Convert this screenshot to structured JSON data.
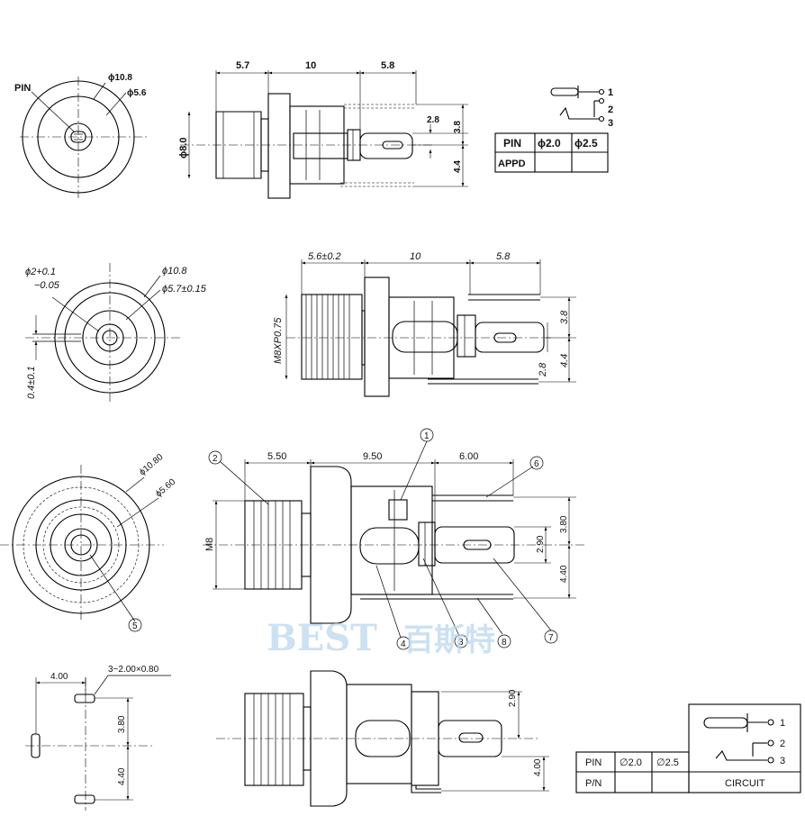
{
  "watermark": {
    "latin": "BEST",
    "cjk": "百斯特"
  },
  "view1": {
    "front": {
      "pin_label": "PIN",
      "dia_outer": "ϕ10.8",
      "dia_inner": "ϕ5.6"
    },
    "side": {
      "dim_a": "5.7",
      "dim_b": "10",
      "dim_c": "5.8",
      "dim_h1": "2.8",
      "dim_h2": "3.8",
      "dim_h3": "4.4",
      "dim_body": "ϕ8.0"
    },
    "circuit": {
      "p1": "1",
      "p2": "2",
      "p3": "3"
    },
    "table": {
      "h0": "PIN",
      "h1": "ϕ2.0",
      "h2": "ϕ2.5",
      "r0": "APPD"
    }
  },
  "view2": {
    "front": {
      "dia_pin": "ϕ2+0.1",
      "dia_pin_tol": "−0.05",
      "dia_outer": "ϕ10.8",
      "dia_mid": "ϕ5.7±0.15",
      "offset": "0.4±0.1"
    },
    "side": {
      "dim_a": "5.6±0.2",
      "dim_b": "10",
      "dim_c": "5.8",
      "thread": "M8XP0.75",
      "dim_h1": "3.8",
      "dim_h2": "4.4",
      "dim_h3": "2.8"
    }
  },
  "view3": {
    "front": {
      "dia_outer": "ϕ10.80",
      "dia_inner": "ϕ5.60",
      "callout_2": "2",
      "callout_5": "5"
    },
    "side": {
      "dim_a": "5.50",
      "dim_b": "9.50",
      "dim_c": "6.00",
      "thread": "M8",
      "dim_h1": "3.80",
      "dim_h2": "2.90",
      "dim_h3": "4.40",
      "callout_1": "1",
      "callout_3": "3",
      "callout_4": "4",
      "callout_6": "6",
      "callout_7": "7",
      "callout_8": "8"
    }
  },
  "view4": {
    "pcb": {
      "dim_w": "4.00",
      "holes": "3−2.00×0.80",
      "dim_h1": "3.80",
      "dim_h2": "4.40"
    },
    "side": {
      "dim_h1": "2.90",
      "dim_h2": "4.00"
    },
    "table": {
      "h0": "PIN",
      "h1": "∅2.0",
      "h2": "∅2.5",
      "r0": "P/N"
    },
    "circuit": {
      "p1": "1",
      "p2": "2",
      "p3": "3",
      "label": "CIRCUIT"
    }
  }
}
